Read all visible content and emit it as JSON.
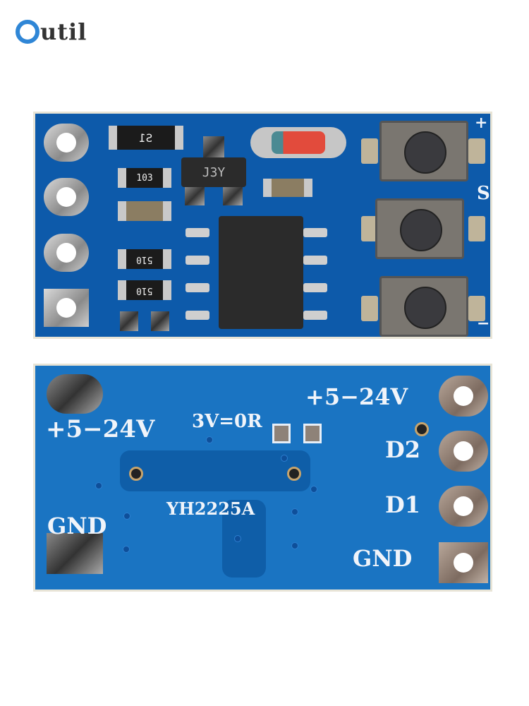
{
  "brand": {
    "logo_initial": "O",
    "logo_rest": "util",
    "accent_color": "#2f86d6"
  },
  "top_board": {
    "components": {
      "diode_marking": "S1",
      "transistor_marking": "J3Y",
      "resistor_1": "103",
      "resistor_2": "510",
      "resistor_3": "510"
    },
    "edge_labels": [
      "+",
      "S",
      "−"
    ],
    "pin_count": 4,
    "button_count": 3
  },
  "bottom_board": {
    "labels": {
      "left_voltage": "+5−24V",
      "right_voltage": "+5−24V",
      "jumper": "3V=0R",
      "model": "YH2225A",
      "left_gnd": "GND",
      "pin_d2": "D2",
      "pin_d1": "D1",
      "right_gnd": "GND"
    }
  },
  "colors": {
    "pcb_blue": "#1669b8",
    "silkscreen": "#f0f4fa"
  }
}
